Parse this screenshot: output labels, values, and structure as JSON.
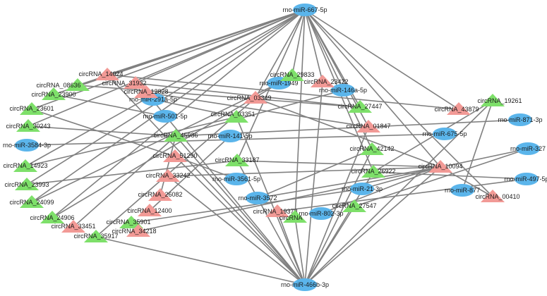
{
  "colors": {
    "mirna": "#5bb5eb",
    "circ_up": "#f29a96",
    "circ_down": "#7ee06a",
    "edge": "#808080"
  },
  "nodes": [
    {
      "id": "m667",
      "label": "rno-miR-667-5p",
      "kind": "mirna"
    },
    {
      "id": "m466",
      "label": "rno-miR-466b-3p",
      "kind": "mirna"
    },
    {
      "id": "m1949",
      "label": "rno-miR-1949",
      "kind": "mirna"
    },
    {
      "id": "m146",
      "label": "rno-miR-146a-5p",
      "kind": "mirna"
    },
    {
      "id": "m291",
      "label": "rno-miR-291a-5p",
      "kind": "mirna"
    },
    {
      "id": "m501",
      "label": "rno-miR-501-5p",
      "kind": "mirna"
    },
    {
      "id": "m141",
      "label": "rno-miR-141-5p",
      "kind": "mirna"
    },
    {
      "id": "m871",
      "label": "rno-miR-871-3p",
      "kind": "mirna"
    },
    {
      "id": "m675",
      "label": "rno-miR-675-5p",
      "kind": "mirna"
    },
    {
      "id": "m3584",
      "label": "rno-miR-3584-3p",
      "kind": "mirna"
    },
    {
      "id": "m3561",
      "label": "rno-miR-3561-5p",
      "kind": "mirna"
    },
    {
      "id": "m327",
      "label": "rno-miR-327",
      "kind": "mirna"
    },
    {
      "id": "m497",
      "label": "rno-miR-497-5p",
      "kind": "mirna"
    },
    {
      "id": "m21",
      "label": "rno-miR-21-3p",
      "kind": "mirna"
    },
    {
      "id": "m3572",
      "label": "rno-miR-3572",
      "kind": "mirna"
    },
    {
      "id": "m877",
      "label": "rno-miR-877",
      "kind": "mirna"
    },
    {
      "id": "m802",
      "label": "rno-miR-802-3p",
      "kind": "mirna"
    },
    {
      "id": "c14024",
      "label": "circRNA_14024",
      "kind": "circ_up"
    },
    {
      "id": "c31932",
      "label": "circRNA_31932",
      "kind": "circ_up"
    },
    {
      "id": "c08636",
      "label": "circRNA_08636",
      "kind": "circ_down"
    },
    {
      "id": "c12828",
      "label": "circRNA_12828",
      "kind": "circ_up"
    },
    {
      "id": "c23900",
      "label": "circRNA_23900",
      "kind": "circ_down"
    },
    {
      "id": "c29833",
      "label": "circRNA_29833",
      "kind": "circ_down"
    },
    {
      "id": "c23422",
      "label": "circRNA_23422",
      "kind": "circ_up"
    },
    {
      "id": "c03349",
      "label": "circRNA_03349",
      "kind": "circ_up"
    },
    {
      "id": "c23601",
      "label": "circRNA_23601",
      "kind": "circ_down"
    },
    {
      "id": "c03351",
      "label": "circRNA_03351",
      "kind": "circ_down"
    },
    {
      "id": "c27447",
      "label": "circRNA_27447",
      "kind": "circ_down"
    },
    {
      "id": "c43879",
      "label": "circRNA_43879",
      "kind": "circ_up"
    },
    {
      "id": "c19261",
      "label": "circRNA_19261",
      "kind": "circ_down"
    },
    {
      "id": "c30243",
      "label": "circRNA_30243",
      "kind": "circ_down"
    },
    {
      "id": "c45986",
      "label": "circRNA_45986",
      "kind": "circ_down"
    },
    {
      "id": "c01847",
      "label": "circRNA_01847",
      "kind": "circ_up"
    },
    {
      "id": "c42142",
      "label": "circRNA_42142",
      "kind": "circ_down"
    },
    {
      "id": "c14923",
      "label": "circRNA_14923",
      "kind": "circ_down"
    },
    {
      "id": "c51290",
      "label": "circRNA_51290",
      "kind": "circ_up"
    },
    {
      "id": "c33187",
      "label": "circRNA_33187",
      "kind": "circ_down"
    },
    {
      "id": "c10094",
      "label": "circRNA_10094",
      "kind": "circ_up"
    },
    {
      "id": "c23993",
      "label": "circRNA_23993",
      "kind": "circ_down"
    },
    {
      "id": "c33242",
      "label": "circRNA_33242",
      "kind": "circ_up"
    },
    {
      "id": "c26922",
      "label": "circRNA_26922",
      "kind": "circ_down"
    },
    {
      "id": "c26082",
      "label": "circRNA_26082",
      "kind": "circ_up"
    },
    {
      "id": "c24099",
      "label": "circRNA_24099",
      "kind": "circ_down"
    },
    {
      "id": "c00410",
      "label": "circRNA_00410",
      "kind": "circ_up"
    },
    {
      "id": "c12400",
      "label": "circRNA_12400",
      "kind": "circ_up"
    },
    {
      "id": "c19378",
      "label": "circRNA_19378",
      "kind": "circ_up"
    },
    {
      "id": "c27547",
      "label": "circRNA_27547",
      "kind": "circ_down"
    },
    {
      "id": "c24906",
      "label": "circRNA_24906",
      "kind": "circ_down"
    },
    {
      "id": "c35901",
      "label": "circRNA_35901",
      "kind": "circ_down"
    },
    {
      "id": "c33451",
      "label": "circRNA_33451",
      "kind": "circ_up"
    },
    {
      "id": "c34218",
      "label": "circRNA_34218",
      "kind": "circ_up"
    },
    {
      "id": "c35917",
      "label": "circRNA_35917",
      "kind": "circ_down"
    },
    {
      "id": "c_rno_partial",
      "label": "circRNA",
      "kind": "circ_down"
    }
  ],
  "edges": [
    [
      "m667",
      "c14024"
    ],
    [
      "m667",
      "c31932"
    ],
    [
      "m667",
      "c08636"
    ],
    [
      "m667",
      "c23900"
    ],
    [
      "m667",
      "c23601"
    ],
    [
      "m667",
      "c30243"
    ],
    [
      "m667",
      "c14923"
    ],
    [
      "m667",
      "c23993"
    ],
    [
      "m667",
      "c24099"
    ],
    [
      "m667",
      "c24906"
    ],
    [
      "m667",
      "c03349"
    ],
    [
      "m667",
      "c29833"
    ],
    [
      "m667",
      "c23422"
    ],
    [
      "m667",
      "c27447"
    ],
    [
      "m667",
      "c01847"
    ],
    [
      "m667",
      "c42142"
    ],
    [
      "m667",
      "c26922"
    ],
    [
      "m667",
      "c10094"
    ],
    [
      "m667",
      "c00410"
    ],
    [
      "m667",
      "c43879"
    ],
    [
      "m667",
      "c33187"
    ],
    [
      "m667",
      "c_rno_partial"
    ],
    [
      "m466",
      "c14024"
    ],
    [
      "m466",
      "c12828"
    ],
    [
      "m466",
      "c45986"
    ],
    [
      "m466",
      "c51290"
    ],
    [
      "m466",
      "c03351"
    ],
    [
      "m466",
      "c33187"
    ],
    [
      "m466",
      "c19378"
    ],
    [
      "m466",
      "c27547"
    ],
    [
      "m466",
      "c35917"
    ],
    [
      "m466",
      "c19261"
    ],
    [
      "m466",
      "c01847"
    ],
    [
      "m466",
      "c42142"
    ],
    [
      "m466",
      "c10094"
    ],
    [
      "m466",
      "c26922"
    ],
    [
      "m466",
      "c23422"
    ],
    [
      "m466",
      "c33242"
    ],
    [
      "m466",
      "c_rno_partial"
    ],
    [
      "c14024",
      "c43879"
    ],
    [
      "c31932",
      "c27447"
    ],
    [
      "c12828",
      "c01847"
    ],
    [
      "c08636",
      "c27447"
    ],
    [
      "c03349",
      "c10094"
    ],
    [
      "c03349",
      "c497_dummy"
    ],
    [
      "c23900",
      "m501"
    ],
    [
      "c23601",
      "c51290"
    ],
    [
      "c30243",
      "c45986"
    ],
    [
      "c45986",
      "m871"
    ],
    [
      "m3584",
      "m675"
    ],
    [
      "c14923",
      "c03351"
    ],
    [
      "c23993",
      "c33187"
    ],
    [
      "c24099",
      "m1949"
    ],
    [
      "c24906",
      "c29833"
    ],
    [
      "c33451",
      "c45986"
    ],
    [
      "c35917",
      "c03349"
    ],
    [
      "c26082",
      "c45986"
    ],
    [
      "c12400",
      "m141"
    ],
    [
      "c34218",
      "m327"
    ],
    [
      "c35901",
      "m21"
    ],
    [
      "c19378",
      "m497"
    ],
    [
      "c33242",
      "c10094"
    ],
    [
      "c51290",
      "m3561"
    ],
    [
      "c10094",
      "m3572"
    ],
    [
      "c42142",
      "m3572"
    ],
    [
      "c27547",
      "m327"
    ],
    [
      "m802",
      "c10094"
    ],
    [
      "c00410",
      "c10094"
    ],
    [
      "m877",
      "c19261"
    ],
    [
      "m21",
      "c10094"
    ],
    [
      "c33187",
      "c10094"
    ],
    [
      "c26922",
      "m497"
    ],
    [
      "c03351",
      "m291"
    ],
    [
      "m146",
      "c45986"
    ],
    [
      "c19261",
      "c26922"
    ]
  ]
}
